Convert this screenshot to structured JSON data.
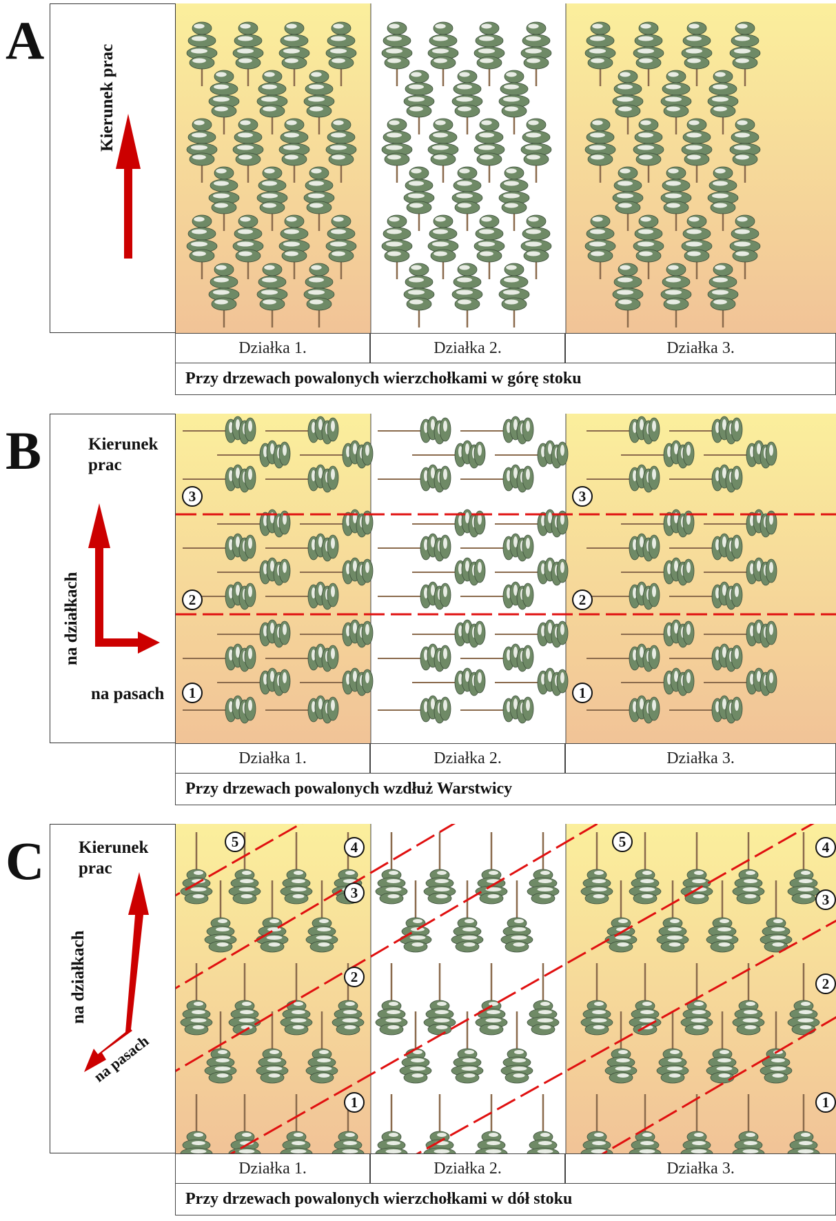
{
  "panels": [
    {
      "letter": "A",
      "legend": {
        "direction": "Kierunek  prac"
      },
      "plots": [
        "Działka 1.",
        "Działka 2.",
        "Działka 3."
      ],
      "caption": "Przy drzewach powalonych wierzchołkami w górę stoku"
    },
    {
      "letter": "B",
      "legend": {
        "direction": "Kierunek prac",
        "vertical": "na  działkach",
        "horizontal": "na pasach"
      },
      "strips": [
        "1",
        "2",
        "3"
      ],
      "plots": [
        "Działka 1.",
        "Działka 2.",
        "Działka 3."
      ],
      "caption": "Przy drzewach powalonych wzdłuż Warstwicy"
    },
    {
      "letter": "C",
      "legend": {
        "direction": "Kierunek prac",
        "vertical": "na  działkach",
        "horizontal": "na pasach"
      },
      "strips": [
        "1",
        "2",
        "3",
        "4",
        "5"
      ],
      "plots": [
        "Działka 1.",
        "Działka 2.",
        "Działka 3."
      ],
      "caption": "Przy drzewach powalonych wierzchołkami w dół stoku"
    }
  ],
  "colors": {
    "slope_top": "#fbef9c",
    "slope_bottom": "#f1c397",
    "arrow": "#cc0000",
    "strip_line": "#e01010",
    "tree_foliage": "#6f8a66",
    "tree_trunk": "#8a6a4c"
  },
  "icons": [
    "tree-icon",
    "direction-arrow-icon",
    "strip-number-badge"
  ]
}
